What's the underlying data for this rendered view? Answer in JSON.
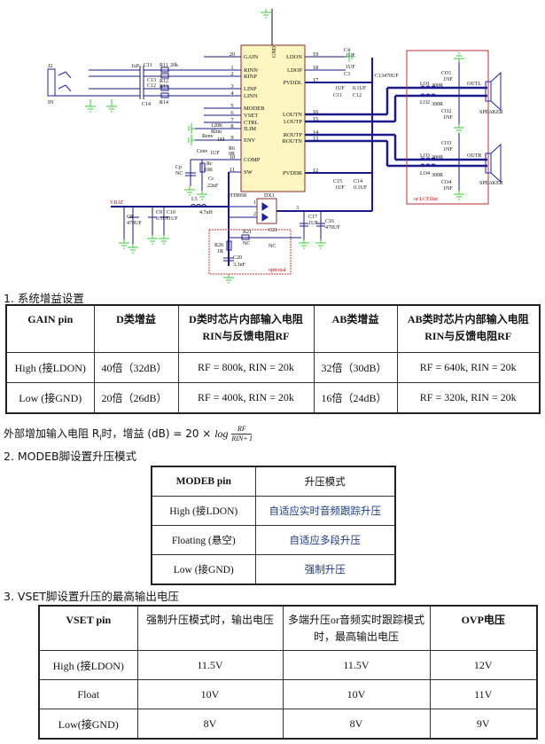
{
  "schematic": {
    "chip": "HT8958",
    "gnd_pin": "GND",
    "left_pins": [
      {
        "num": "20",
        "name": "GAIN"
      },
      {
        "num": "1",
        "name": "RINN"
      },
      {
        "num": "2",
        "name": "RINP"
      },
      {
        "num": "3",
        "name": "LINP"
      },
      {
        "num": "4",
        "name": "LINN"
      },
      {
        "num": "5",
        "name": "MODEB"
      },
      {
        "num": "6",
        "name": "VSET"
      },
      {
        "num": "7",
        "name": "CTRL"
      },
      {
        "num": "8",
        "name": "ILIM"
      },
      {
        "num": "9",
        "name": "ENV"
      },
      {
        "num": "10",
        "name": "COMP"
      },
      {
        "num": "11",
        "name": "SW"
      }
    ],
    "right_pins": [
      {
        "num": "19",
        "name": "LDON"
      },
      {
        "num": "18",
        "name": "LDOP"
      },
      {
        "num": "17",
        "name": "PVDDL"
      },
      {
        "num": "16",
        "name": "LOUTN"
      },
      {
        "num": "15",
        "name": "LOUTP"
      },
      {
        "num": "14",
        "name": "ROUTP"
      },
      {
        "num": "13",
        "name": "ROUTN"
      },
      {
        "num": "12",
        "name": "PVDDR"
      }
    ],
    "labels": {
      "j2": "J2",
      "in": "IN",
      "c11": "C11",
      "c13": "C13",
      "c12": "C12",
      "c14": "C14",
      "cap1u": "1uF",
      "r11": "R11",
      "r12": "R12",
      "r13": "R13",
      "r14": "R14",
      "r20k": "20k",
      "rlim": "120K",
      "rlim2": "Rlim",
      "renv": "Renv",
      "env1m": "1M",
      "r6": "R6",
      "r6v": "0R",
      "cenv": "Cenv",
      "cenv_v": "1UF",
      "cp": "Cp",
      "cp_v": "NC",
      "rc": "Rc",
      "rc_v": "10K",
      "cc": "Cc",
      "cc_v": "22nF",
      "vbat": "VBAT",
      "c8": "C8",
      "c8v": "470UF",
      "c9": "C9",
      "c9v": "0.1UF",
      "c10": "C10",
      "c10v": "1UF",
      "l5": "L5",
      "l5v": "4.7uH",
      "dx1": "DX1",
      "d1": "1",
      "d2": "2",
      "d3": "3",
      "r21": "R21",
      "r21v": "NC",
      "c21": "C21",
      "c21v": "NC",
      "r20": "R20",
      "r20v": "1R",
      "c20": "C20",
      "c20v": "3.3nF",
      "optional": "optional",
      "c17": "C17",
      "c17v": "1UF",
      "c16": "C16",
      "c16v": "470UF",
      "c4": "C4",
      "c4v": "1UF",
      "c3": "C3",
      "c3v": "1UF",
      "c11r": "C11",
      "c11rv": "1UF",
      "c12r": "C12",
      "c12rv": "0.1UF",
      "c13r": "C13",
      "c13rv": "470UF",
      "c15": "C15",
      "c15v": "1UF",
      "c14r": "C14",
      "c14rv": "0.1UF",
      "lo1": "LO1",
      "lo2": "LO2",
      "lo3": "LO3",
      "lo4": "LO4",
      "r300": "300R",
      "co1": "CO1",
      "co2": "CO2",
      "co3": "CO3",
      "co4": "CO4",
      "nf": "1NF",
      "outl": "OUTL",
      "outr": "OUTR",
      "speaker": "SPEAKER",
      "lcfilter": "or LCFilter"
    }
  },
  "section1": {
    "heading": "1. 系统增益设置",
    "headers": [
      "GAIN pin",
      "D类增益",
      "D类时芯片内部输入电阻RIN与反馈电阻RF",
      "AB类增益",
      "AB类时芯片内部输入电阻RIN与反馈电阻RF"
    ],
    "rows": [
      [
        "High (接LDON)",
        "40倍（32dB）",
        "RF = 800k, RIN = 20k",
        "32倍（30dB）",
        "RF = 640k, RIN = 20k"
      ],
      [
        "Low (接GND)",
        "20倍（26dB）",
        "RF = 400k, RIN = 20k",
        "16倍（24dB）",
        "RF = 320k, RIN = 20k"
      ]
    ],
    "formula_prefix": "外部增加输入电阻 R",
    "formula_sub": "I",
    "formula_mid": "时，增益 (dB) = 20 × ",
    "formula_log": "log",
    "formula_num": "RF",
    "formula_den": "RIN+ I"
  },
  "section2": {
    "heading": "2. MODEB脚设置升压模式",
    "headers": [
      "MODEB pin",
      "升压模式"
    ],
    "rows": [
      [
        "High (接LDON)",
        "自适应实时音频跟踪升压"
      ],
      [
        "Floating (悬空)",
        "自适应多段升压"
      ],
      [
        "Low (接GND)",
        "强制升压"
      ]
    ]
  },
  "section3": {
    "heading": "3. VSET脚设置升压的最高输出电压",
    "headers": [
      "VSET pin",
      "强制升压模式时，输出电压",
      "多端升压or音频实时跟踪模式时，最高输出电压",
      "OVP电压"
    ],
    "rows": [
      [
        "High (接LDON)",
        "11.5V",
        "11.5V",
        "12V"
      ],
      [
        "Float",
        "10V",
        "10V",
        "11V"
      ],
      [
        "Low(接GND)",
        "8V",
        "8V",
        "9V"
      ]
    ]
  }
}
